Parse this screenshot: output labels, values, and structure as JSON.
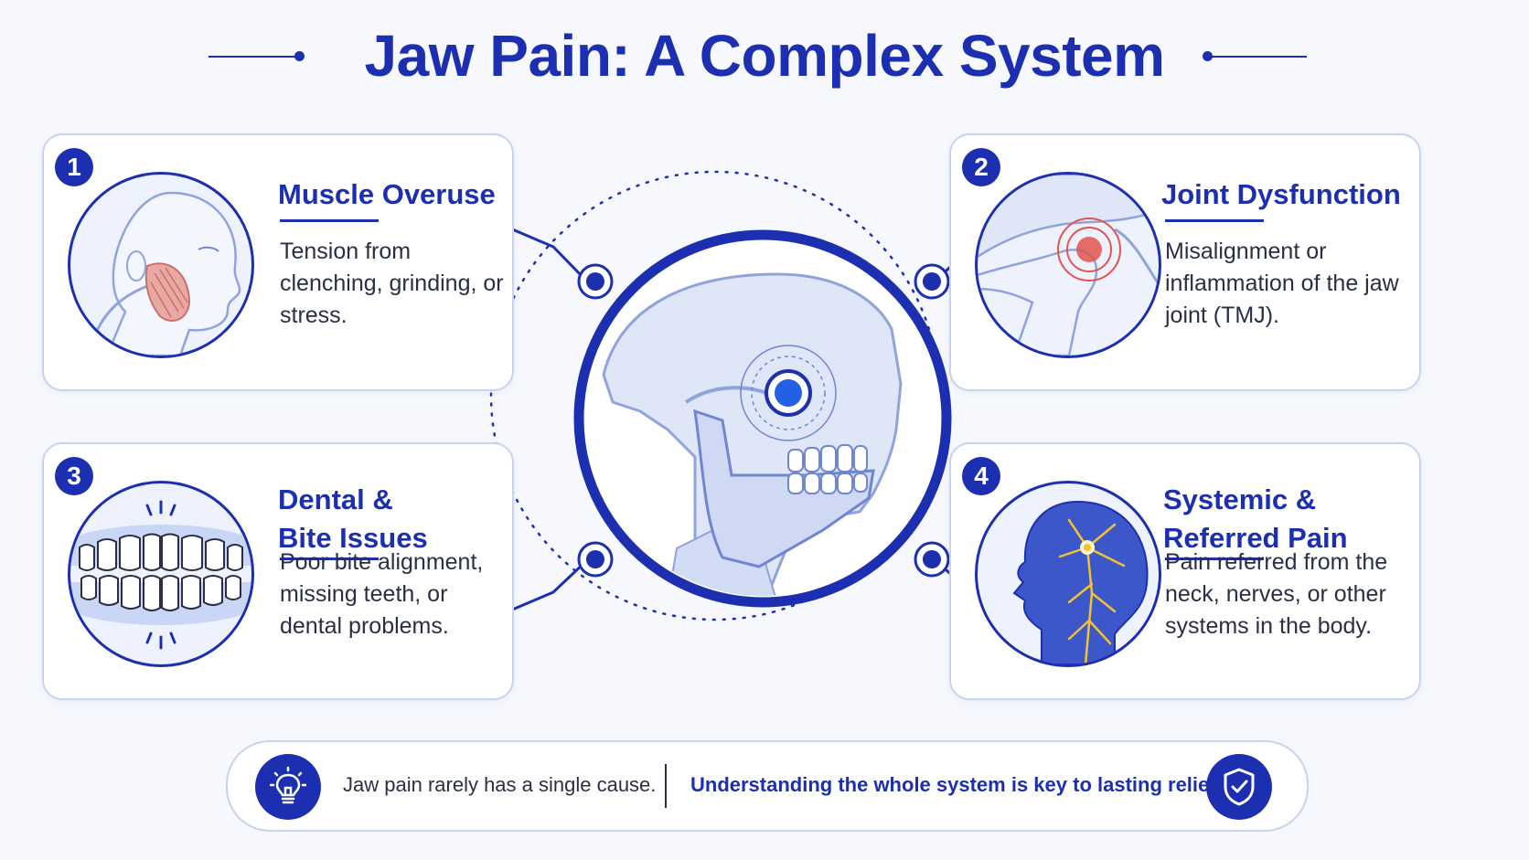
{
  "title": "Jaw Pain: A Complex System",
  "cards": [
    {
      "number": "1",
      "title": "Muscle Overuse",
      "description": "Tension from clenching, grinding, or stress.",
      "icon": "face-muscle-icon"
    },
    {
      "number": "2",
      "title": "Joint Dysfunction",
      "description": "Misalignment or inflammation of the jaw joint (TMJ).",
      "icon": "tmj-joint-icon"
    },
    {
      "number": "3",
      "title_line1": "Dental &",
      "title_line2": "Bite Issues",
      "description": "Poor bite alignment, missing teeth, or dental problems.",
      "icon": "teeth-icon"
    },
    {
      "number": "4",
      "title_line1": "Systemic &",
      "title_line2": "Referred Pain",
      "description": "Pain referred from the neck, nerves, or other systems in the body.",
      "icon": "nerve-head-icon"
    }
  ],
  "center": {
    "icon": "jaw-skull-icon"
  },
  "bottom": {
    "left_text": "Jaw pain rarely has a single cause.",
    "right_text": "Understanding the whole system is key to lasting relief.",
    "left_icon": "lightbulb-icon",
    "right_icon": "shield-check-icon"
  },
  "colors": {
    "accent": "#1c2fb0",
    "light": "#c9d2ef",
    "pain": "#e0554f",
    "nerve": "#f2c230",
    "background": "#f6f8fd"
  }
}
